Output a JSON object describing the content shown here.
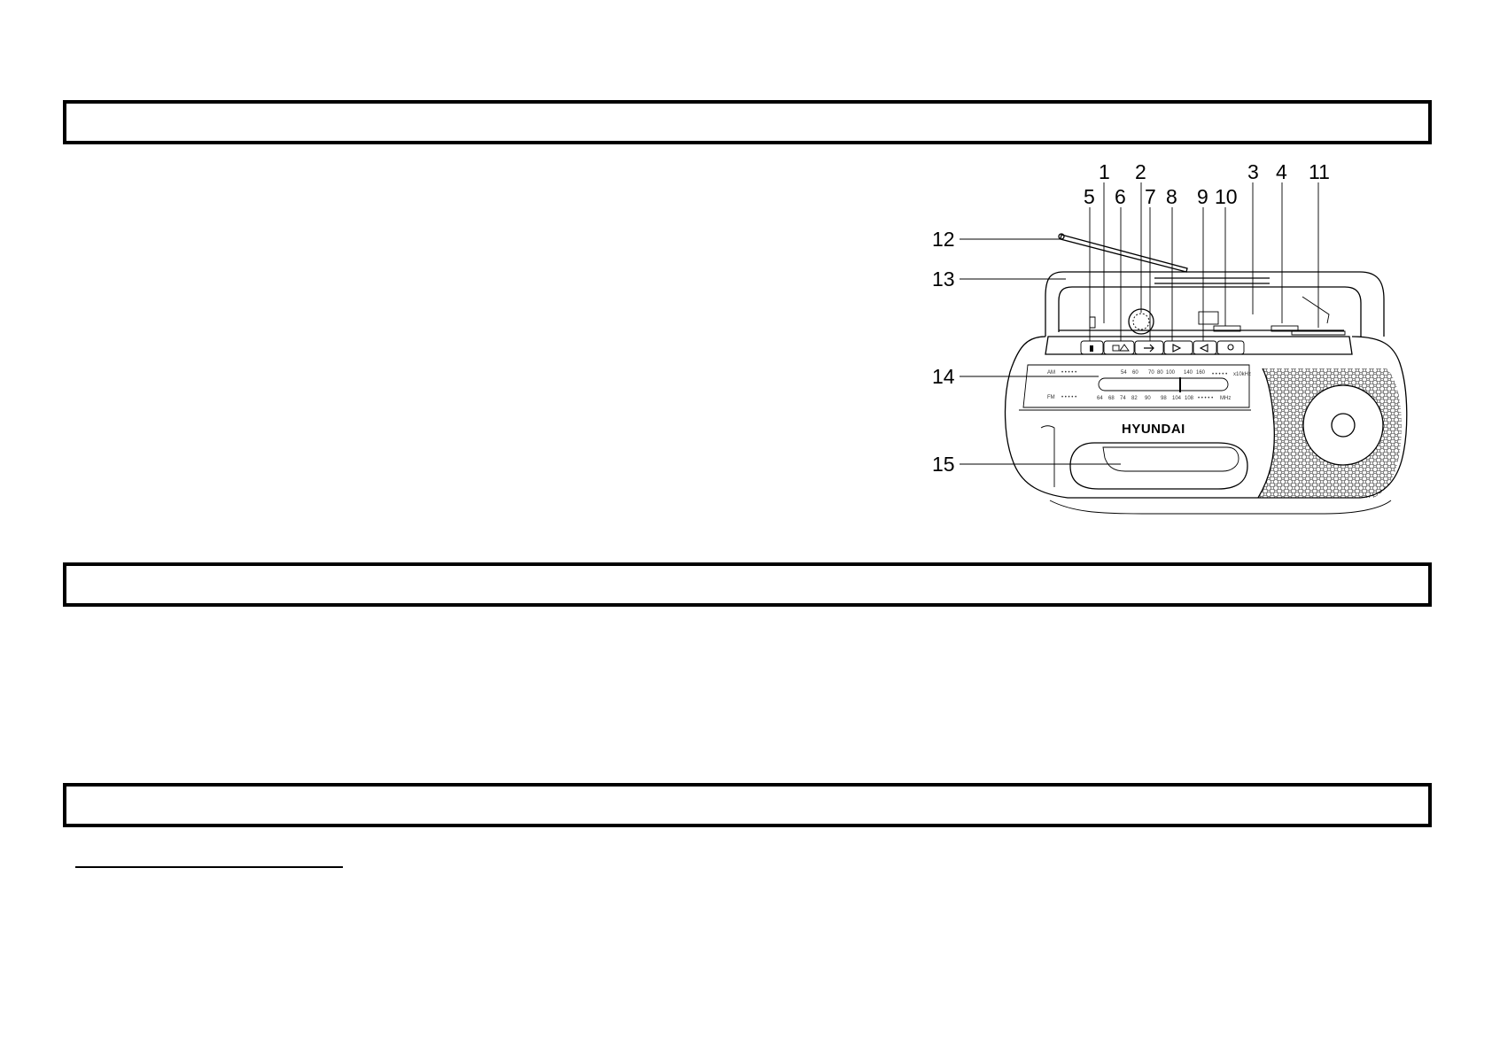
{
  "sections": [
    {
      "id": "box1",
      "title": ""
    },
    {
      "id": "box2",
      "title": ""
    },
    {
      "id": "box3",
      "title": ""
    }
  ],
  "device_figure": {
    "brand": "HYUNDAI",
    "callouts_top_row": [
      "1",
      "2",
      "3",
      "4",
      "11"
    ],
    "callouts_second_row": [
      "5",
      "6",
      "7",
      "8",
      "9",
      "10"
    ],
    "callouts_left": [
      "12",
      "13",
      "14",
      "15"
    ],
    "dial": {
      "am_label": "AM",
      "am_scale": [
        "54",
        "60",
        "70",
        "80",
        "100",
        "140",
        "160"
      ],
      "am_unit": "x10kHz",
      "fm_label": "FM",
      "fm_scale": [
        "64",
        "68",
        "74",
        "82",
        "90",
        "98",
        "104",
        "108"
      ],
      "fm_unit": "MHz"
    }
  }
}
